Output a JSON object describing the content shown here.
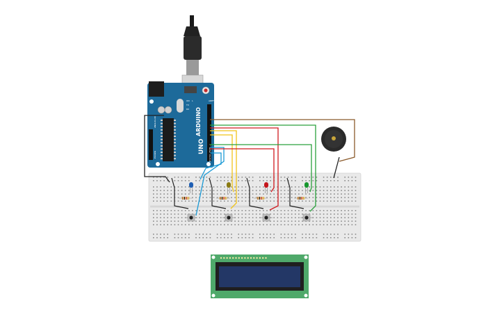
{
  "arduino": {
    "brand_text": "ARDUINO",
    "model_text": "UNO",
    "label_aref": "AREF",
    "label_digital": "DIGITAL (PWM ~)",
    "label_power": "POWER",
    "label_analog": "ANALOG IN",
    "label_on": "ON",
    "label_tx": "TX",
    "label_rx": "RX",
    "label_l": "L"
  },
  "leds": [
    {
      "color_name": "blue",
      "color": "#1f5fb4"
    },
    {
      "color_name": "yellow",
      "color": "#8a7a12"
    },
    {
      "color_name": "red",
      "color": "#c4161c"
    },
    {
      "color_name": "green",
      "color": "#17962e"
    }
  ],
  "wire_colors": {
    "black": "#222222",
    "blue": "#1a9ad6",
    "yellow": "#f0c419",
    "red": "#d0191e",
    "green": "#2aa03c",
    "brown": "#8b5a2b"
  },
  "colors": {
    "board_blue": "#1d6a9a",
    "breadboard": "#e9e9e9",
    "lcd_pcb": "#4fa96a",
    "lcd_screen": "#233766",
    "buzzer": "#2a2a2a"
  }
}
